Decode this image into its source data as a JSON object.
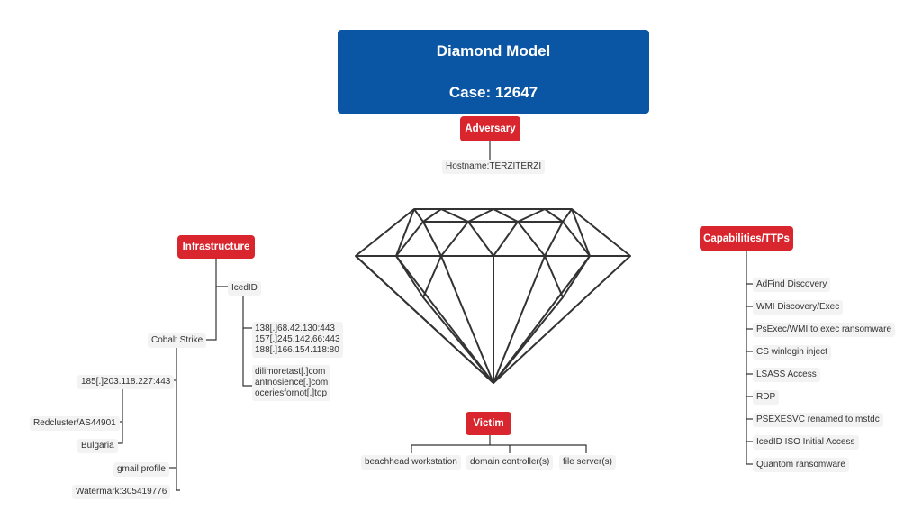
{
  "title": {
    "line1": "Diamond Model",
    "line2": "Case: 12647"
  },
  "adversary": {
    "label": "Adversary",
    "hostname": "Hostname:TERZITERZI"
  },
  "infrastructure": {
    "label": "Infrastructure",
    "icedid": {
      "label": "IcedID",
      "ips": [
        "138[.]68.42.130:443",
        "157[.]245.142.66:443",
        "188[.]166.154.118:80"
      ],
      "domains": [
        "dilimoretast[.]com",
        "antnosience[.]com",
        "oceriesfornot[.]top"
      ]
    },
    "cobalt_strike": {
      "label": "Cobalt Strike",
      "ip": "185[.]203.118.227:443",
      "asn": "Redcluster/AS44901",
      "country": "Bulgaria",
      "profile": "gmail profile",
      "watermark": "Watermark:305419776"
    }
  },
  "capabilities": {
    "label": "Capabilities/TTPs",
    "items": [
      "AdFind Discovery",
      "WMI Discovery/Exec",
      "PsExec/WMI to exec ransomware",
      "CS winlogin inject",
      "LSASS Access",
      "RDP",
      "PSEXESVC renamed to mstdc",
      "IcedID ISO Initial Access",
      "Quantom ransomware"
    ]
  },
  "victim": {
    "label": "Victim",
    "items": [
      "beachhead workstation",
      "domain controller(s)",
      "file server(s)"
    ]
  }
}
